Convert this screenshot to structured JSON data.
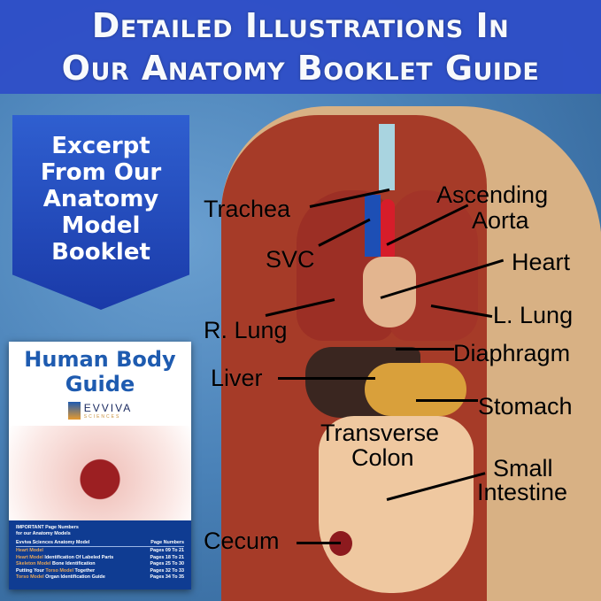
{
  "banner": {
    "line1": "Detailed Illustrations In",
    "line2": "Our Anatomy Booklet Guide",
    "color": "#2f4fc8"
  },
  "ribbon": {
    "lines": [
      "Excerpt",
      "From Our",
      "Anatomy",
      "Model",
      "Booklet"
    ],
    "color": "#2247c0"
  },
  "labels": {
    "trachea": "Trachea",
    "ascending_aorta_1": "Ascending",
    "ascending_aorta_2": "Aorta",
    "svc": "SVC",
    "heart": "Heart",
    "r_lung": "R. Lung",
    "l_lung": "L. Lung",
    "diaphragm": "Diaphragm",
    "liver": "Liver",
    "stomach": "Stomach",
    "transverse_colon_1": "Transverse",
    "transverse_colon_2": "Colon",
    "small_intestine_1": "Small",
    "small_intestine_2": "Intestine",
    "cecum": "Cecum"
  },
  "booklet": {
    "title_1": "Human Body",
    "title_2": "Guide",
    "brand": "EVVIVA",
    "brand_sub": "SCIENCES",
    "important_1": "IMPORTANT Page Numbers",
    "important_2": "for our Anatomy Models",
    "table": {
      "header": {
        "model": "Evviva Sciences Anatomy Model",
        "pages": "Page Numbers"
      },
      "rows": [
        {
          "hl": "Heart Model",
          "rest": "",
          "pages": "Pages 09 To 21"
        },
        {
          "hl": "Heart Model",
          "rest": " Identification Of Labeled Parts",
          "pages": "Pages 18 To 21"
        },
        {
          "hl": "Skeleton Model",
          "rest": " Bone Identification",
          "pages": "Pages 25 To 30"
        },
        {
          "pre": "Putting Your ",
          "hl": "Torso Model",
          "rest": " Together",
          "pages": "Pages 32 To 33"
        },
        {
          "hl": "Torso Model",
          "rest": " Organ Identification Guide",
          "pages": "Pages 34 To 35"
        }
      ]
    }
  }
}
